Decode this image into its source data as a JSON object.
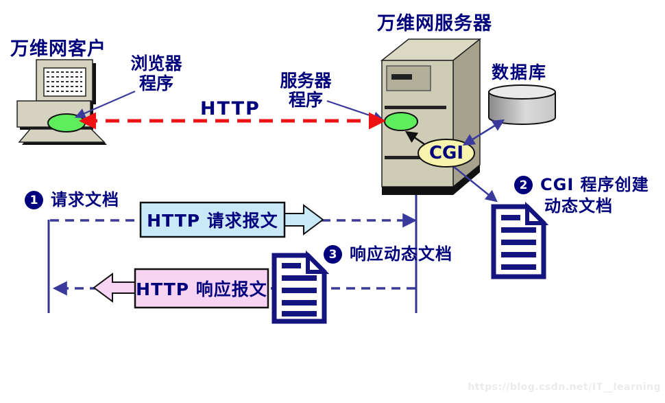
{
  "diagram": {
    "client": {
      "title": "万维网客户",
      "program_label_line1": "浏览器",
      "program_label_line2": "程序"
    },
    "server": {
      "title": "万维网服务器",
      "program_label_line1": "服务器",
      "program_label_line2": "程序",
      "cgi_label": "CGI"
    },
    "database": {
      "label": "数据库"
    },
    "http_label": "HTTP",
    "messages": {
      "request": {
        "label": "HTTP 请求报文",
        "fill": "#c9e8f8"
      },
      "response": {
        "label": "HTTP 响应报文",
        "fill": "#f8d4f4"
      }
    },
    "steps": [
      {
        "number": "1",
        "text": "请求文档"
      },
      {
        "number": "2",
        "text_line1": "CGI 程序创建",
        "text_line2": "动态文档"
      },
      {
        "number": "3",
        "text": "响应动态文档"
      }
    ],
    "colors": {
      "label_navy": "#00007d",
      "http_red": "#ee1111",
      "process_green": "#5ded5d",
      "cgi_yellow": "#f8f4ad",
      "document_navy": "#14147e",
      "dashed_line": "#3a3a9c",
      "tower_beige": "#cfccb6"
    }
  },
  "watermark": "https://blog.csdn.net/IT__learning"
}
